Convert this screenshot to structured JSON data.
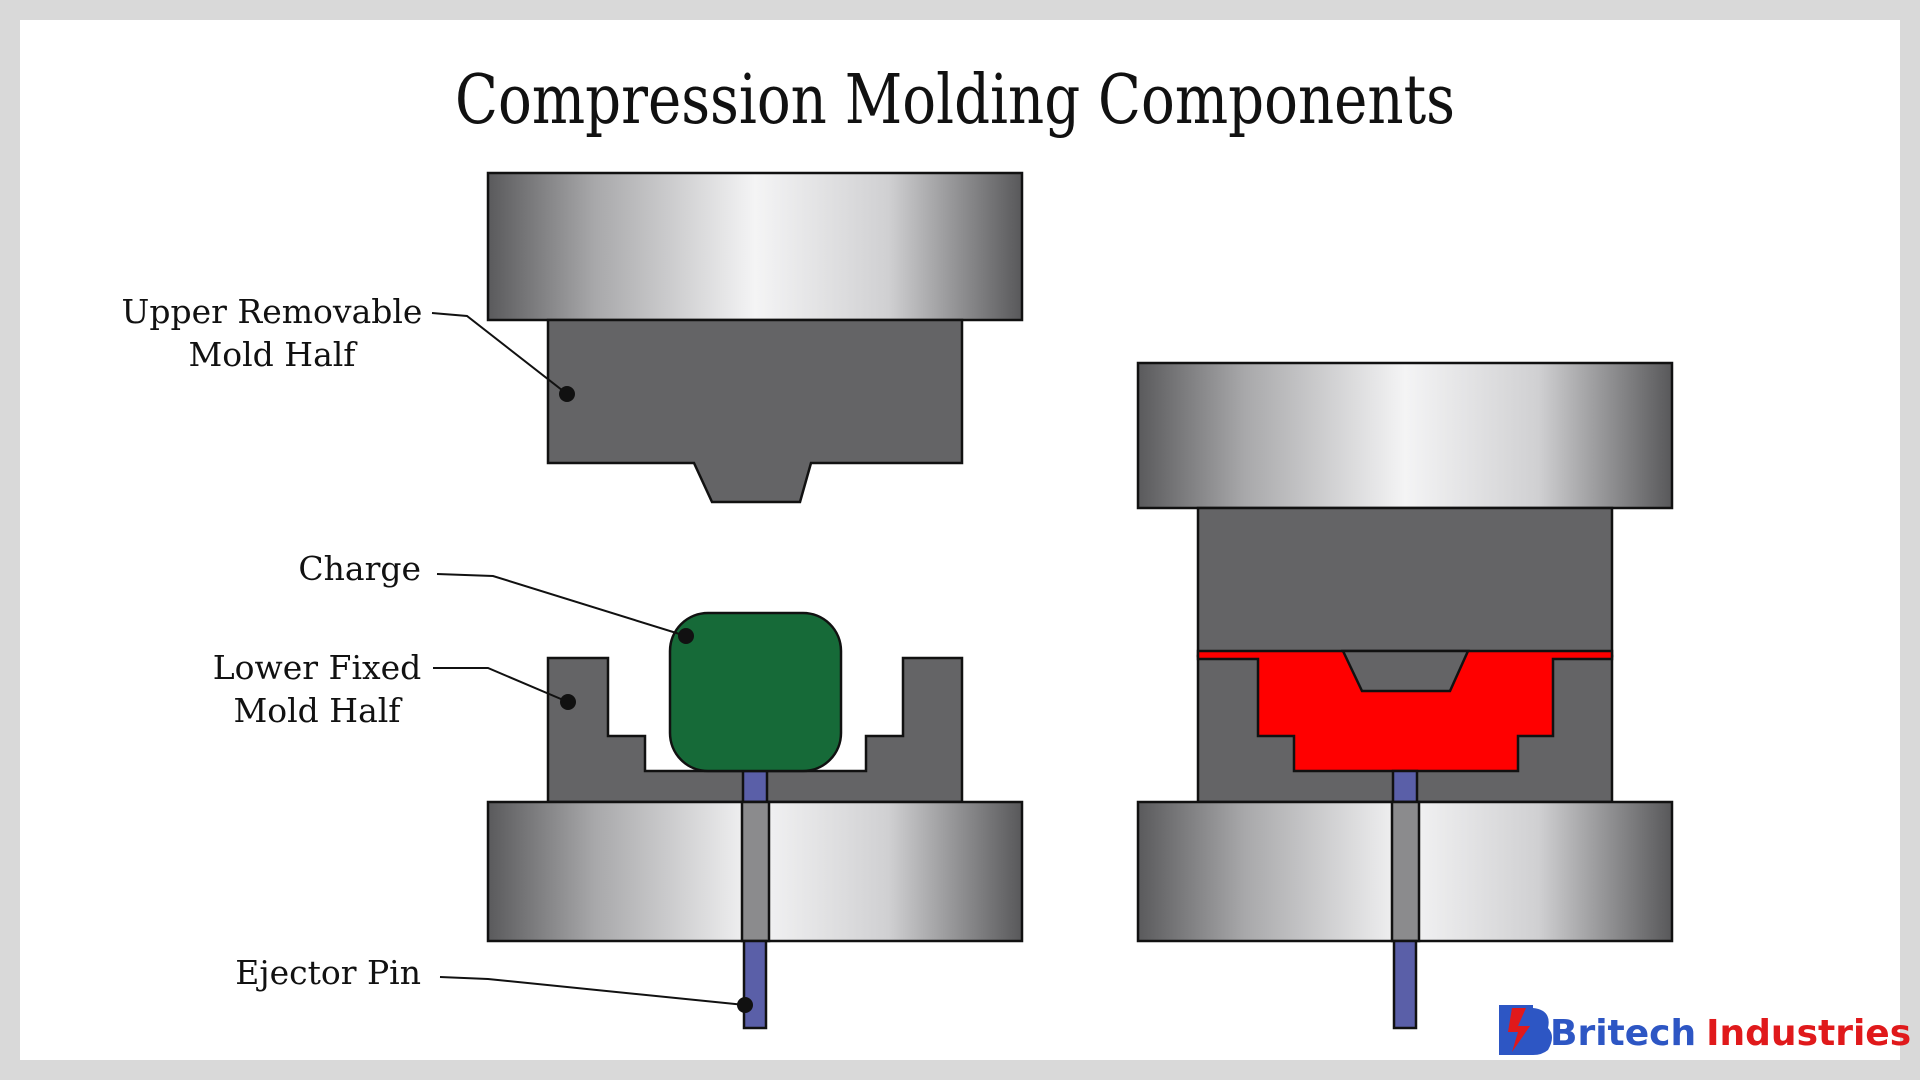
{
  "title": "Compression Molding Components",
  "labels": {
    "upper_mold": [
      "Upper Removable",
      "Mold Half"
    ],
    "charge": "Charge",
    "lower_mold": [
      "Lower Fixed",
      "Mold Half"
    ],
    "ejector_pin": "Ejector Pin"
  },
  "logo": {
    "name_part1": "Britech",
    "name_part2": "Industries"
  },
  "colors": {
    "mold_steel": "#646466",
    "charge": "#166a38",
    "molded_part": "#ff0000",
    "ejector_pin": "#5a5fa8",
    "ejector_pin_in_platen": "#8b8b8d",
    "brand_blue": "#2d56c4",
    "brand_red": "#e0191b"
  }
}
